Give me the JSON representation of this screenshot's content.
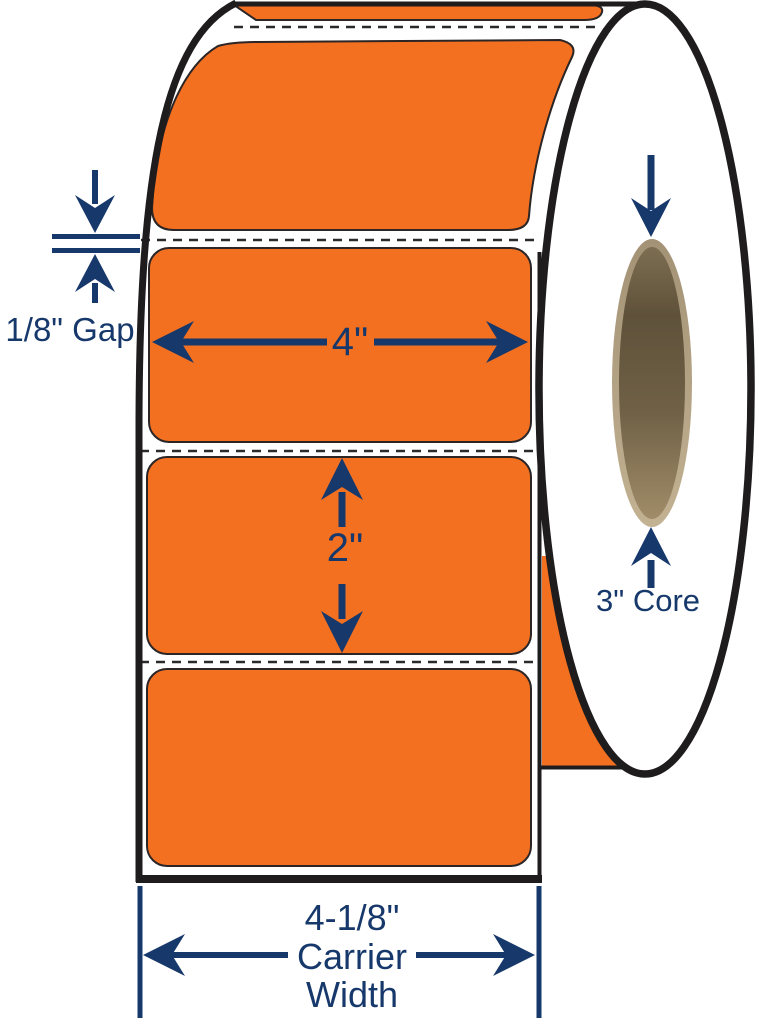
{
  "diagram_type": "label-roll-spec-diagram",
  "colors": {
    "label_orange": "#F47021",
    "dimension_navy": "#17386B",
    "outline_black": "#1F1C1D",
    "roll_face": "#FFFFFF",
    "core_rim_tan": "#B9A98A",
    "core_inner_dark": "#5F523A",
    "core_inner_light": "#A08C68"
  },
  "annotations": {
    "gap_label": "1/8\" Gap",
    "label_width": "4\"",
    "label_height": "2\"",
    "core_label": "3\" Core",
    "carrier_width": {
      "line1": "4-1/8\"",
      "line2": "Carrier",
      "line3": "Width"
    }
  }
}
